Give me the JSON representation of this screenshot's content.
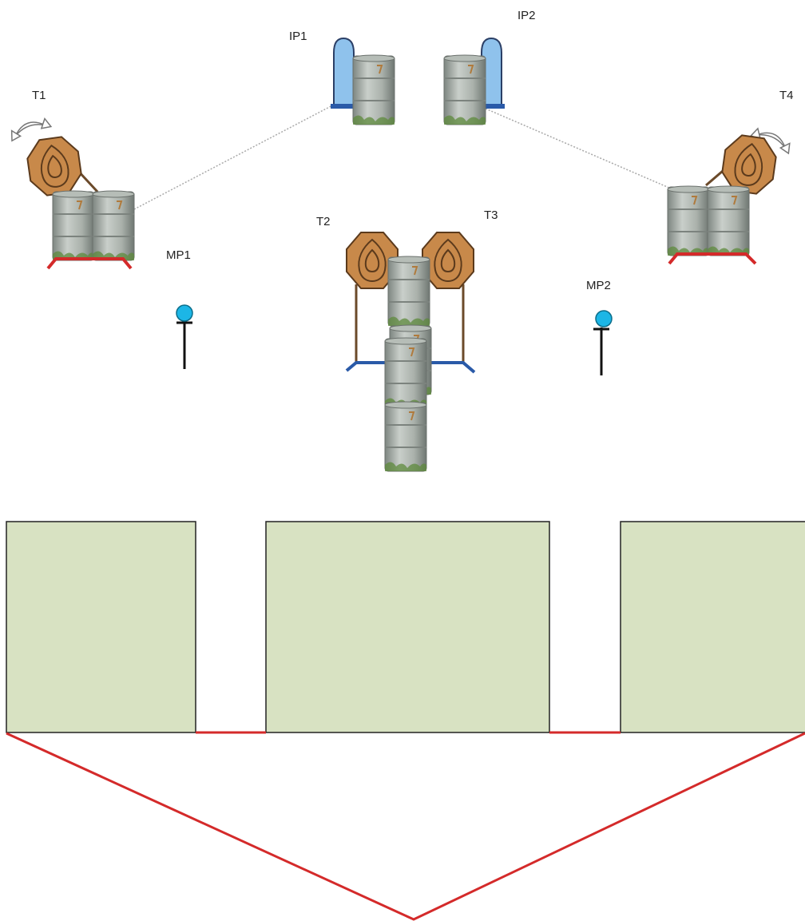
{
  "labels": {
    "t1": "T1",
    "t2": "T2",
    "t3": "T3",
    "t4": "T4",
    "ip1": "IP1",
    "ip2": "IP2",
    "mp1": "MP1",
    "mp2": "MP2"
  },
  "colors": {
    "wall_fill": "#d8e2c2",
    "fault_line": "#d42a2a",
    "target": "#c8894a",
    "popper": "#8fc2ec",
    "marker": "#1cb6e6",
    "barrel": "#a9b0aa",
    "stand": "#2a5aa8"
  },
  "icons": [
    "rotate-arrow-icon",
    "steel-target-icon",
    "barrel-icon",
    "popper-icon",
    "marker-pole-icon"
  ]
}
